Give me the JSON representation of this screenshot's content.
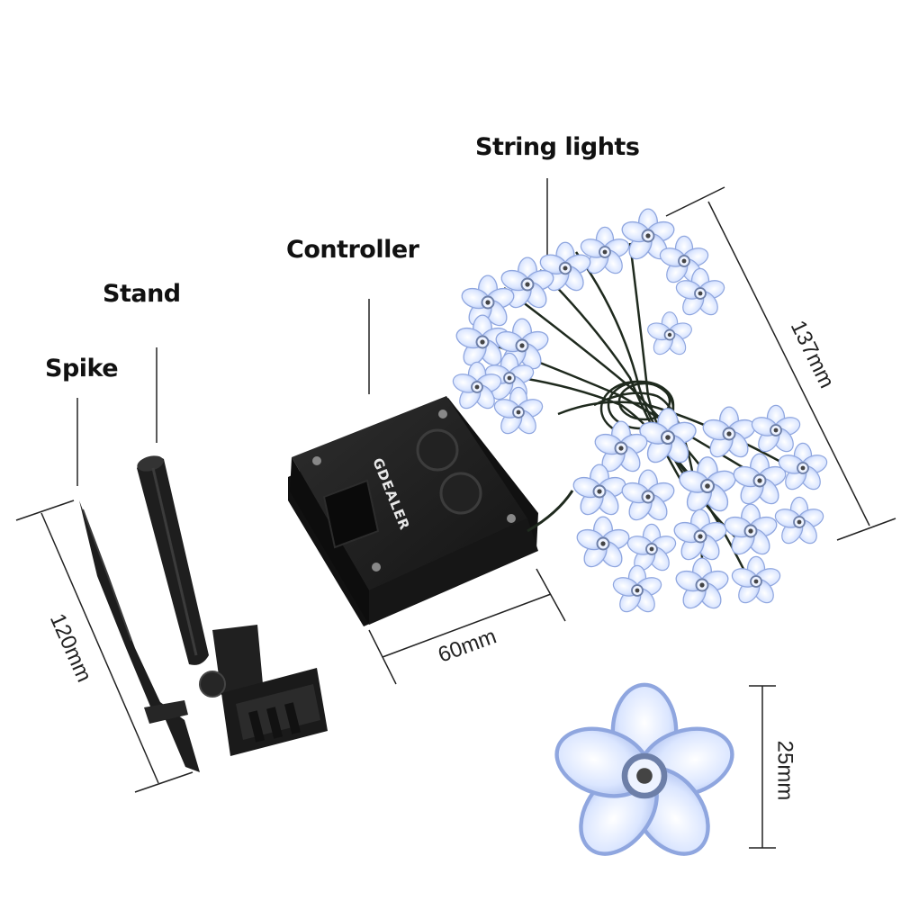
{
  "labels": {
    "string_lights": "String lights",
    "controller": "Controller",
    "stand": "Stand",
    "spike": "Spike"
  },
  "dimensions": {
    "string_length": "137mm",
    "controller_width": "60mm",
    "spike_length": "120mm",
    "flower_size": "25mm"
  },
  "brand": "GDEALER",
  "colors": {
    "plastic": "#1b1b1b",
    "flower": "#dbe6ff",
    "flower_edge": "#9fb6ea",
    "wire": "#1f2a1e"
  }
}
